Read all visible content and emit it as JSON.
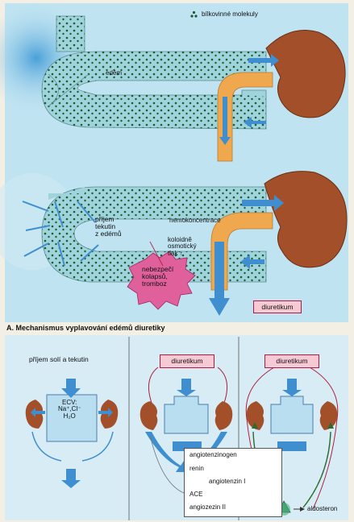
{
  "panel_a": {
    "legend": "bílkovinné molekuly",
    "edem": "edém",
    "prijem": "příjem\ntekutin\nz edémů",
    "hemokoncentrace": "hemokoncentrace",
    "koloidne": "koloidně\nosmotický\ntlak ↑",
    "nebezpeci": "nebezpečí\nkolapsů,\ntromboz",
    "diuretikum": "diuretikum",
    "caption": "A. Mechanismus vyplavování edémů diuretiky"
  },
  "panel_b": {
    "prijem_soli": "příjem solí a tekutin",
    "ecv": "ECV:\nNa⁺,Cl⁻\nH₂O",
    "diuretikum_1": "diuretikum",
    "diuretikum_2": "diuretikum",
    "cascade": [
      "angiotenzinogen",
      "renin",
      "angiotenzin I",
      "ACE",
      "angiozezin II"
    ],
    "aldosteron": "aldosteron"
  },
  "colors": {
    "vessel": "#9fd4dd",
    "dot": "#1f5a2e",
    "kidney": "#a3502a",
    "urine": "#f0a84f",
    "arrow": "#3f8fd0",
    "pink": "#f6c9d4",
    "red": "#b01c3b"
  }
}
